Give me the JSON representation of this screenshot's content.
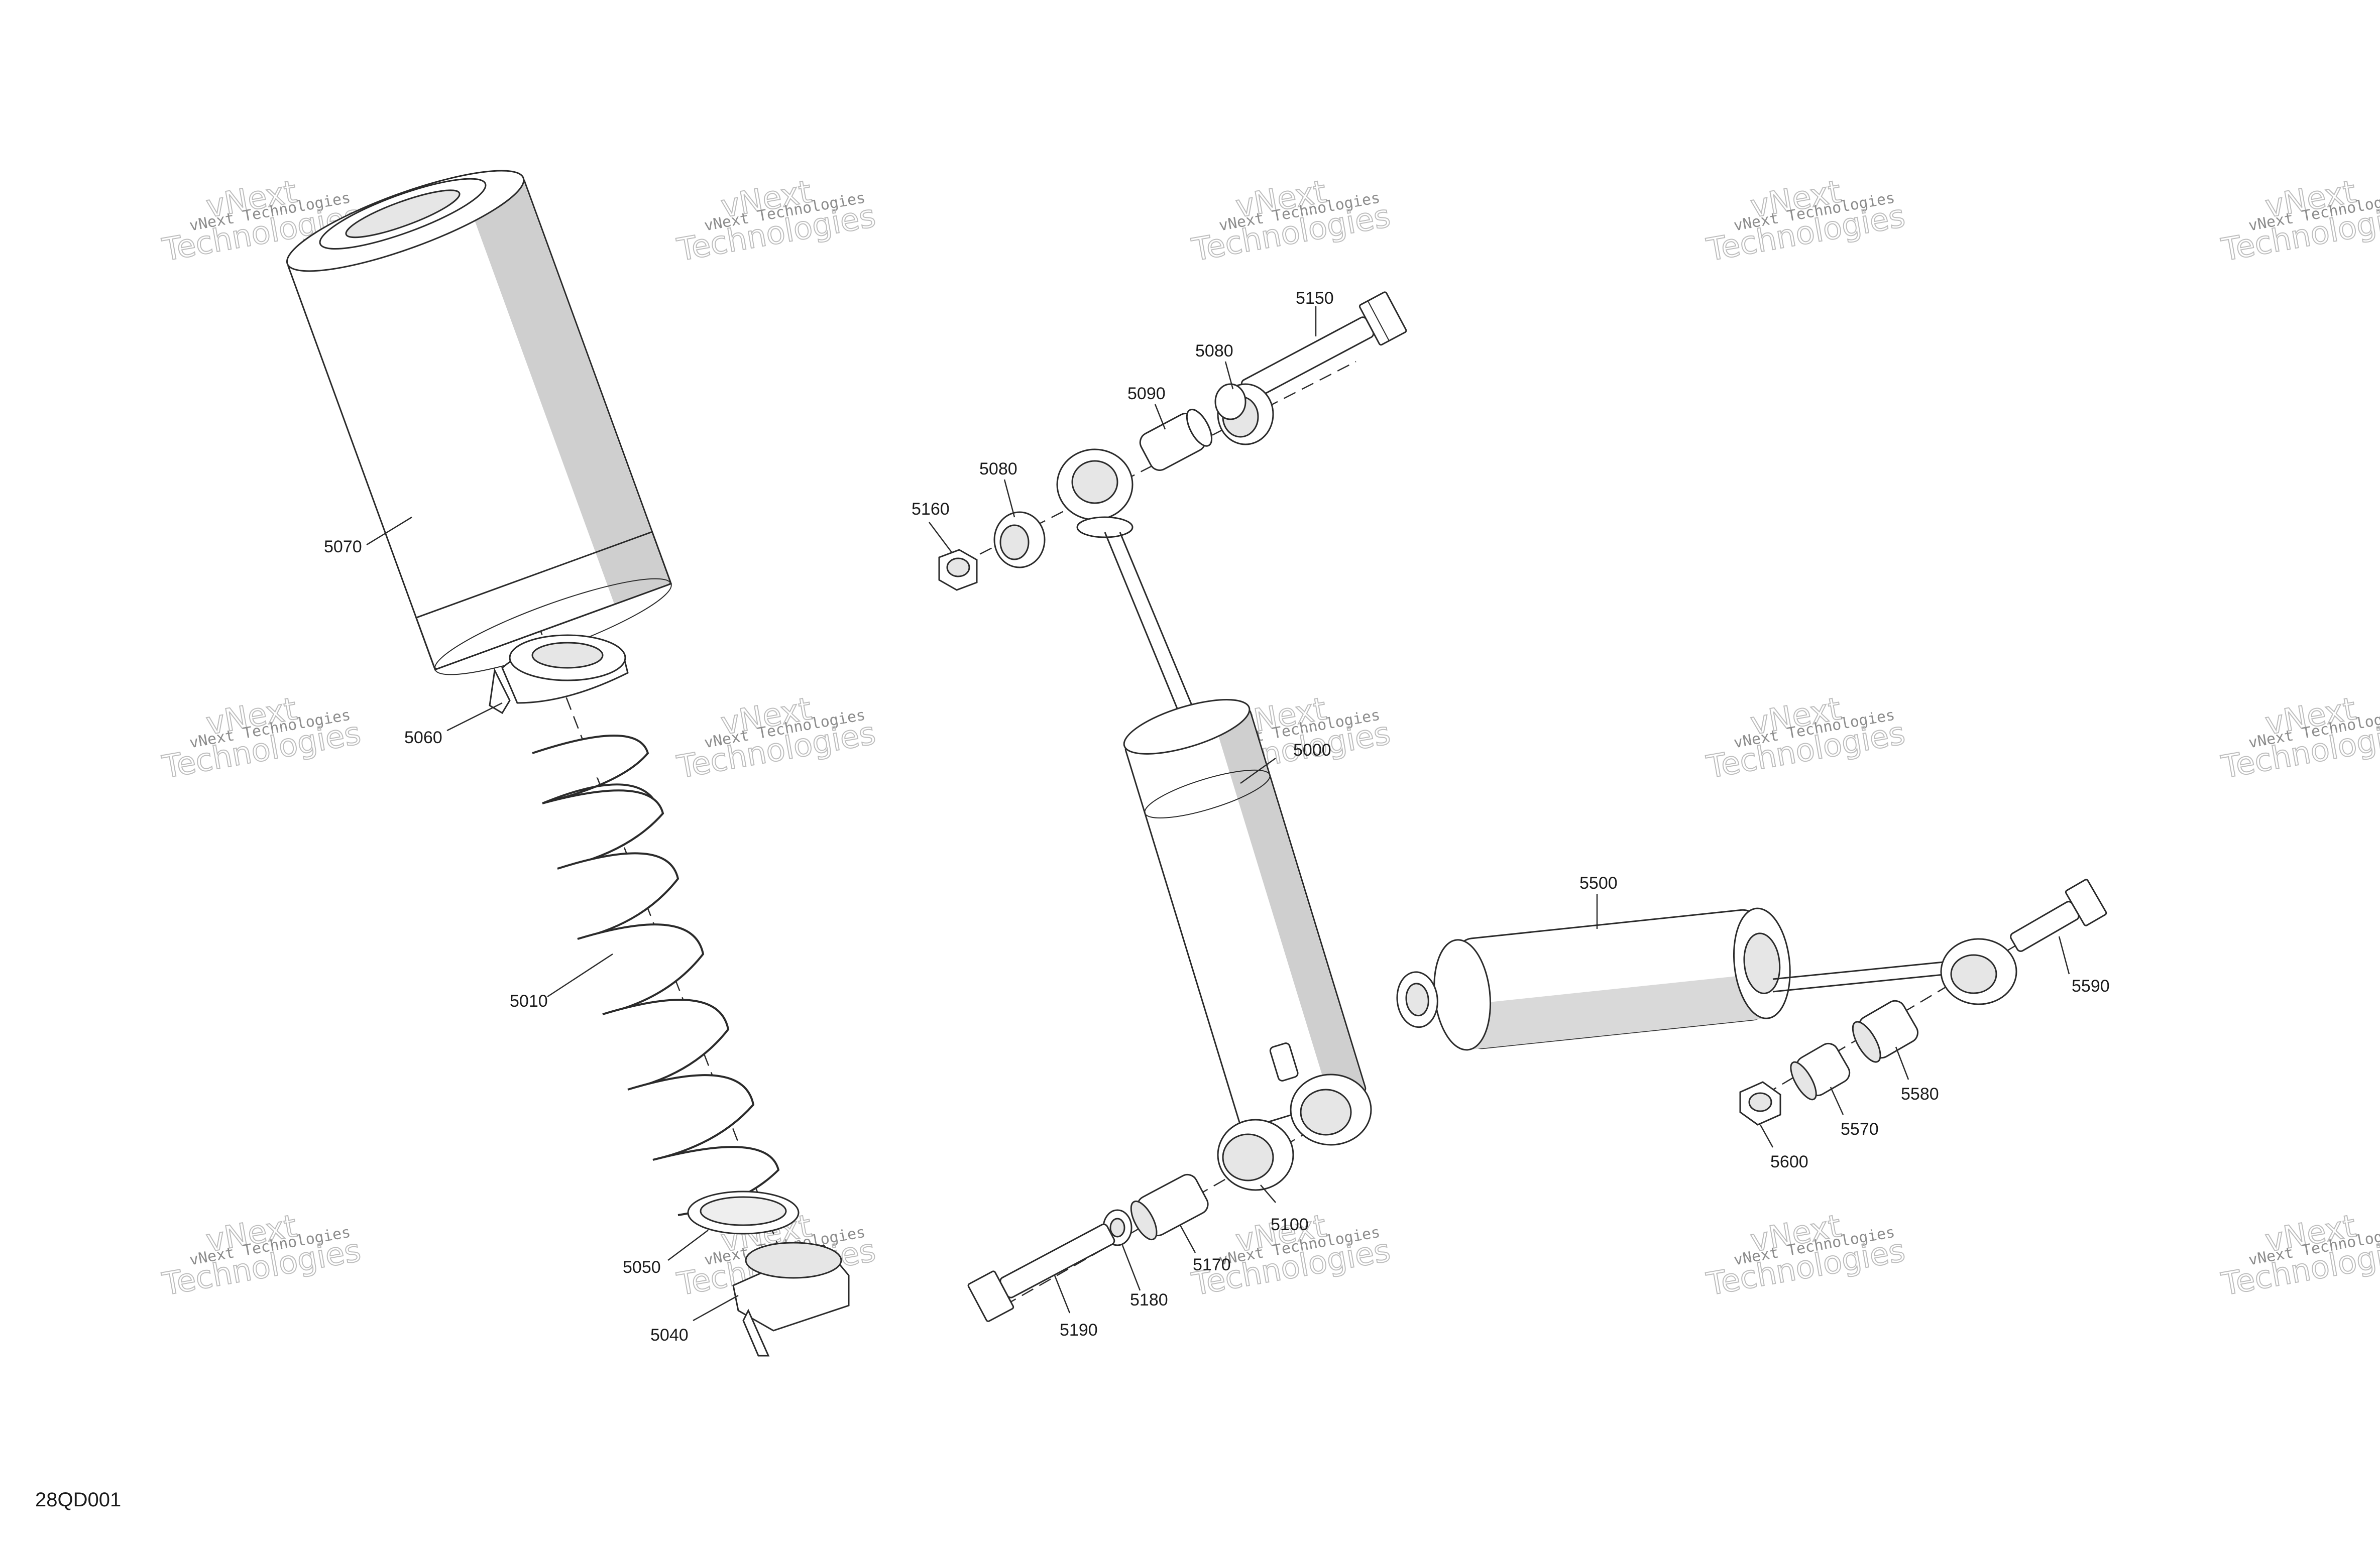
{
  "diagram_id": "28QD001",
  "watermark": {
    "line1": "vNext Technologies",
    "line2": "vNext",
    "line3": "Technologies"
  },
  "callouts": {
    "p5070": "5070",
    "p5060": "5060",
    "p5010": "5010",
    "p5050": "5050",
    "p5040": "5040",
    "p5150": "5150",
    "p5080a": "5080",
    "p5090": "5090",
    "p5080b": "5080",
    "p5160": "5160",
    "p5000": "5000",
    "p5100": "5100",
    "p5170": "5170",
    "p5180": "5180",
    "p5190": "5190",
    "p5500": "5500",
    "p5590": "5590",
    "p5580": "5580",
    "p5570": "5570",
    "p5600": "5600"
  }
}
